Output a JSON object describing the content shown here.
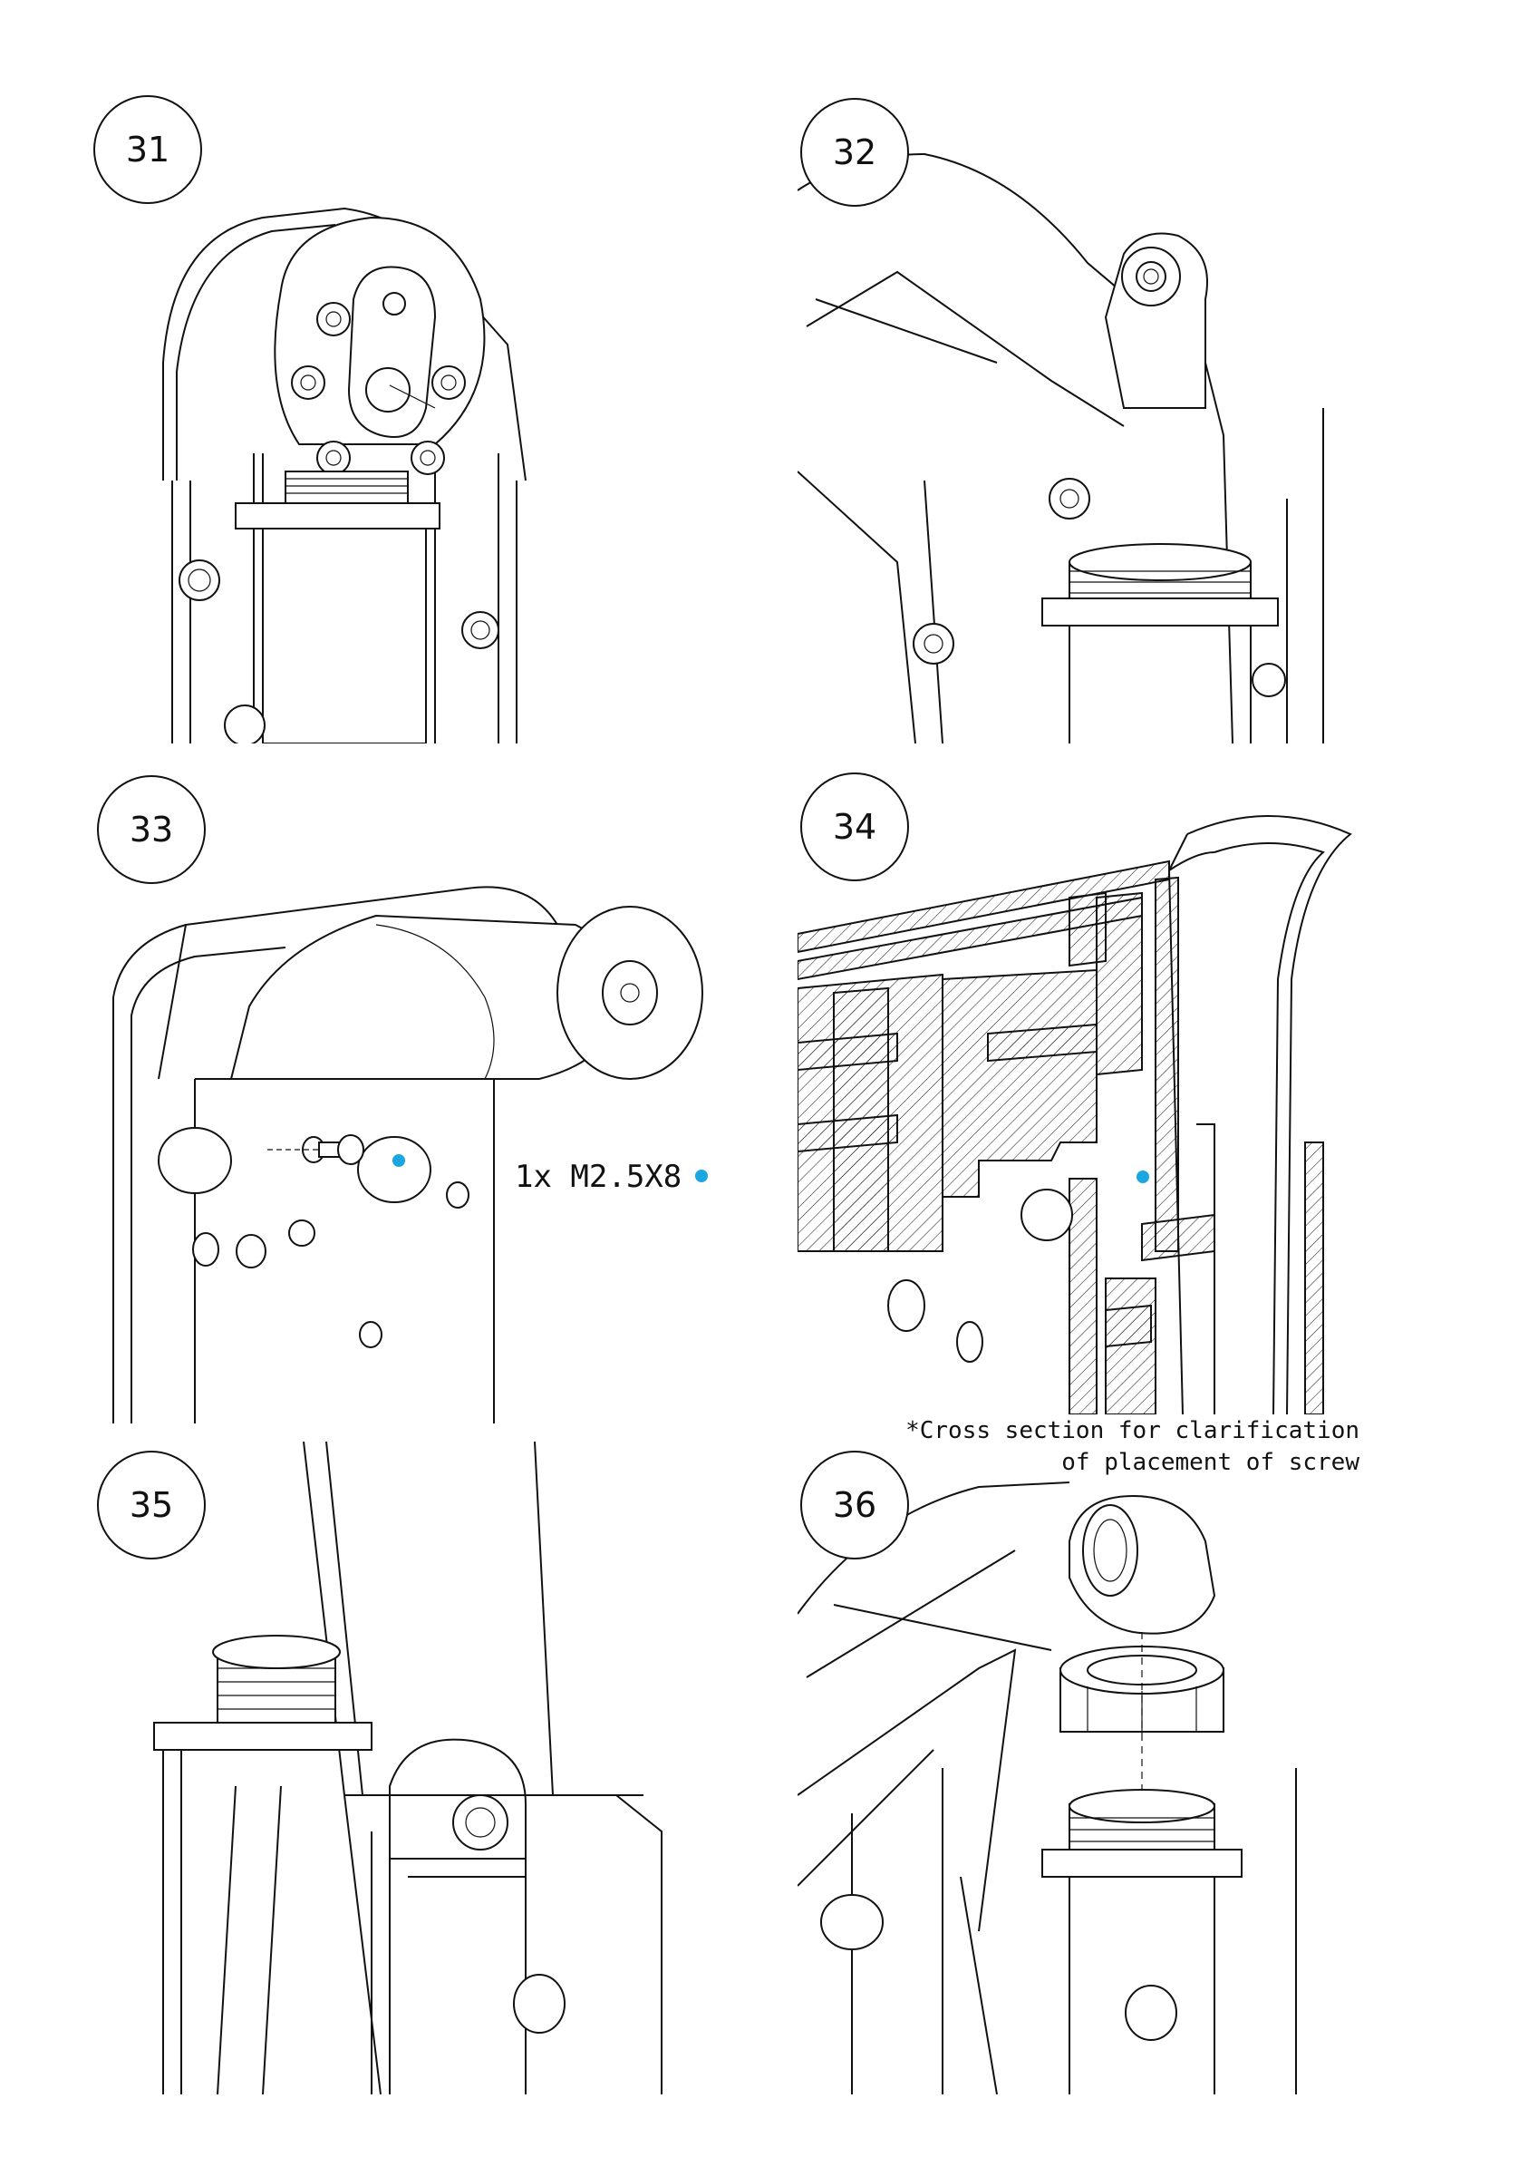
{
  "steps": [
    {
      "number": "31"
    },
    {
      "number": "32"
    },
    {
      "number": "33"
    },
    {
      "number": "34"
    },
    {
      "number": "35"
    },
    {
      "number": "36"
    }
  ],
  "callouts": {
    "screw_label": "1x M2.5X8",
    "accent_color": "#1ba6e0"
  },
  "notes": {
    "cross_section_line1": "*Cross section for clarification",
    "cross_section_line2": "of placement of screw"
  }
}
